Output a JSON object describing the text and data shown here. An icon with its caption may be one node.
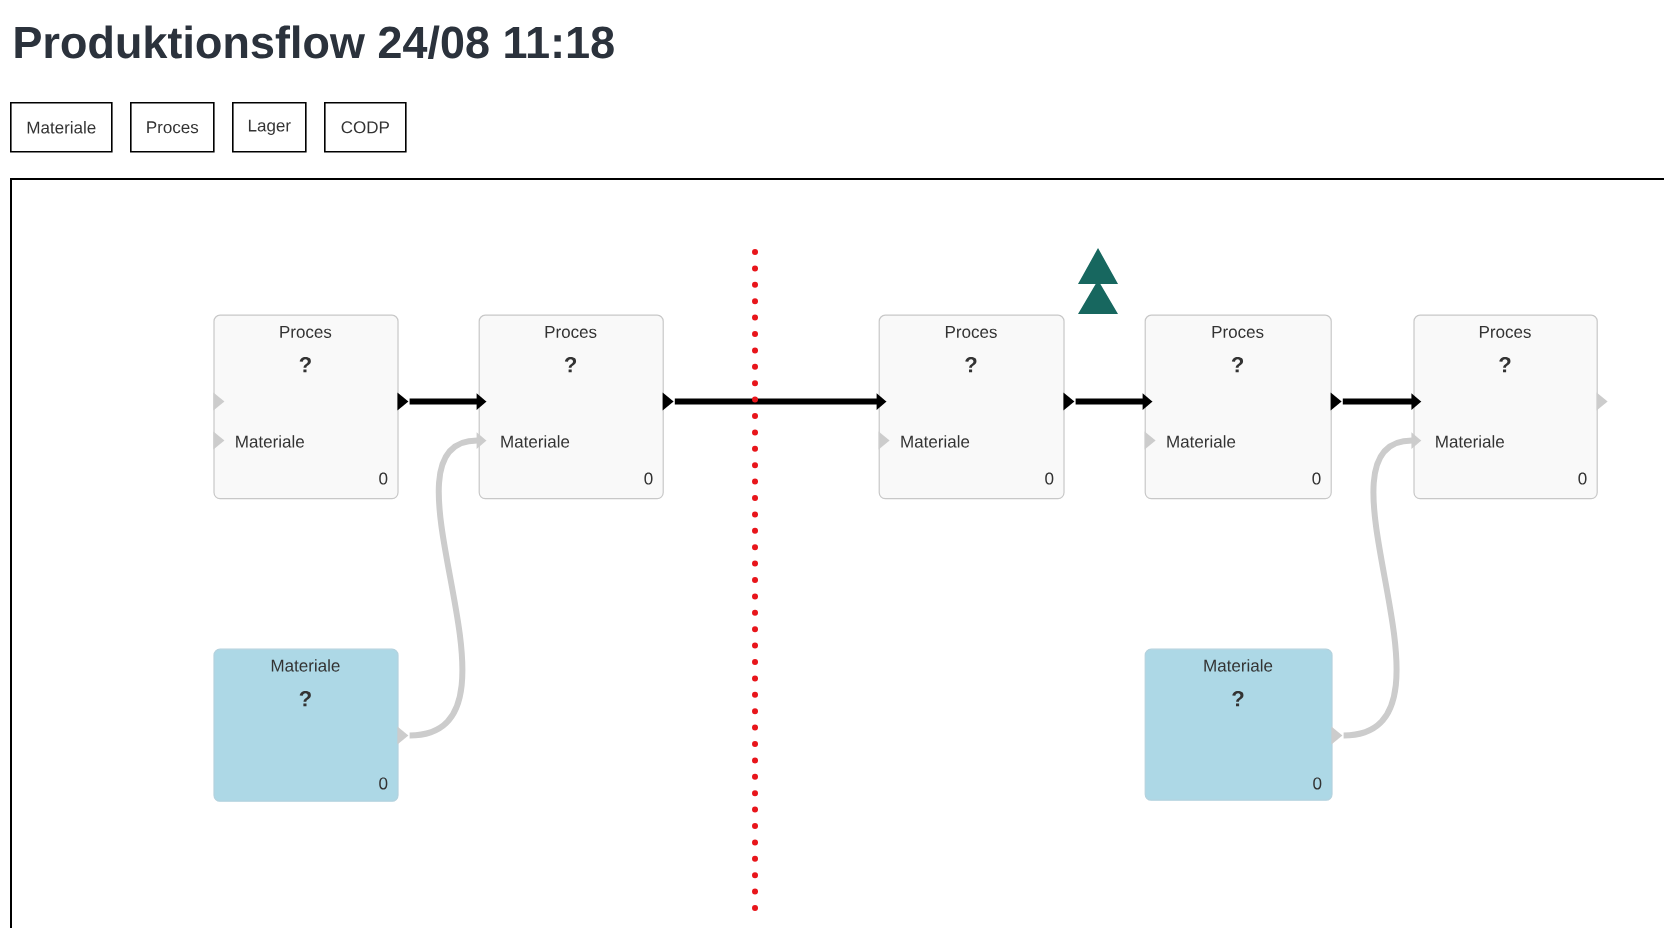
{
  "diagram": {
    "title": "Produktionsflow 24/08 11:18",
    "nodes": [
      {
        "text": [
          "Materiale"
        ]
      },
      {
        "text": [
          "Proces"
        ]
      },
      {
        "text": [
          "Lager"
        ]
      },
      {
        "text": [
          "CODP"
        ]
      },
      {
        "text": [
          "Proces",
          "?",
          "Materiale",
          "0"
        ]
      },
      {
        "text": [
          "Proces",
          "?",
          "Materiale",
          "0"
        ]
      },
      {
        "text": [
          "Proces",
          "?",
          "Materiale",
          "0"
        ]
      },
      {
        "text": [
          "Proces",
          "?",
          "Materiale",
          "0"
        ]
      },
      {
        "text": [
          "Proces",
          "?",
          "Materiale",
          "0"
        ]
      },
      {
        "text": [
          "Materiale",
          "?",
          "0"
        ]
      },
      {
        "text": [
          "Materiale",
          "?",
          "0"
        ]
      }
    ],
    "edges": [
      {
        "from": 4,
        "to": 5,
        "arrow": "to"
      },
      {
        "from": 5,
        "to": 6,
        "arrow": "to"
      },
      {
        "from": 6,
        "to": 7,
        "arrow": "to"
      },
      {
        "from": 7,
        "to": 8,
        "arrow": "to"
      },
      {
        "from": 9,
        "to": 5,
        "arrow": "to",
        "color": "#cccccc"
      },
      {
        "from": 10,
        "to": 8,
        "arrow": "to",
        "color": "#cccccc"
      }
    ]
  }
}
